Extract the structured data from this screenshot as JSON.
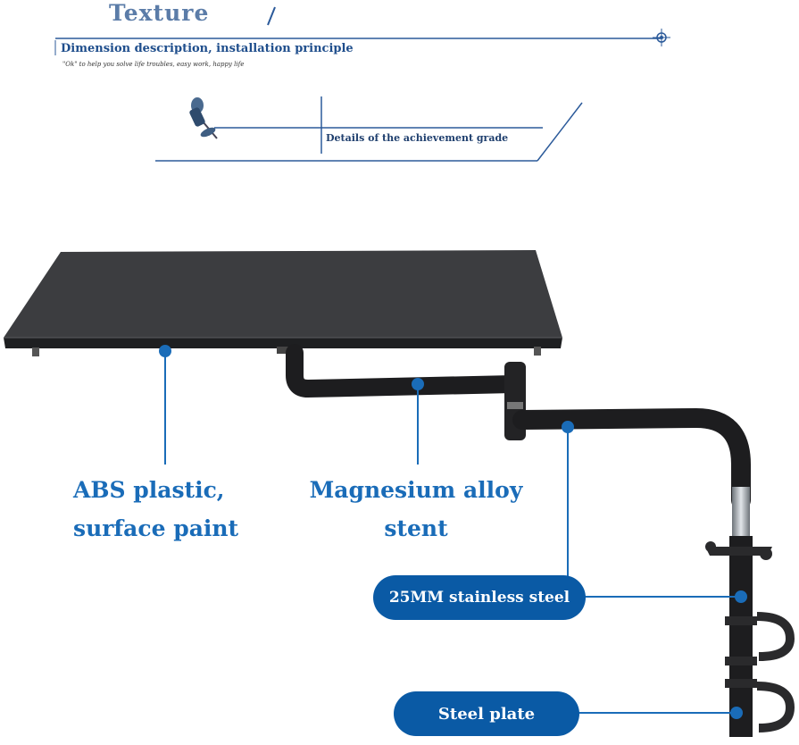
{
  "header": {
    "title": "Texture",
    "subtitle": "Dimension description, installation principle",
    "tagline": "\"Ok\" to help you solve life troubles, easy work, happy life",
    "detail": "Details of the achievement grade"
  },
  "labels": {
    "abs_line1": "ABS plastic,",
    "abs_line2": "surface paint",
    "mag_line1": "Magnesium alloy",
    "mag_line2": "stent",
    "steel_tube": "25MM stainless steel",
    "steel_plate": "Steel plate"
  },
  "colors": {
    "accent": "#1a6cb8",
    "pill": "#0a5aa5",
    "product": "#2a2a2c"
  }
}
